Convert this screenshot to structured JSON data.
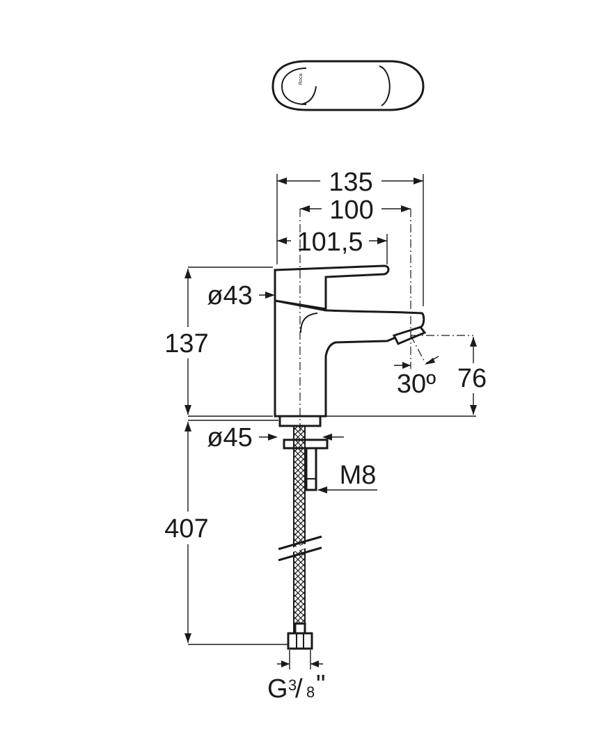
{
  "brand": "Roca",
  "dimensions": {
    "width_total": "135",
    "width_spout_axis": "100",
    "width_handle": "101,5",
    "height_total": "137",
    "spout_height": "76",
    "spout_angle": "30º",
    "handle_diameter": "ø43",
    "base_diameter": "ø45",
    "stud_thread": "M8",
    "hose_length": "407",
    "connection_prefix": "G",
    "connection_num": "3",
    "connection_den": "8",
    "connection_suffix": "\""
  }
}
